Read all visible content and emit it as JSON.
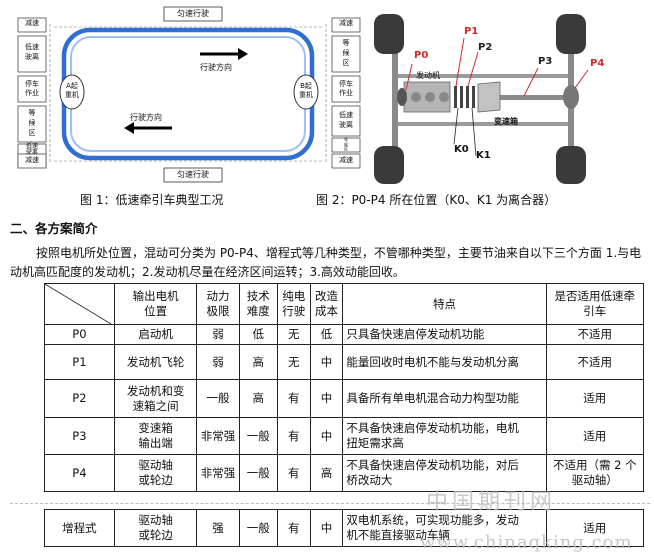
{
  "figure1": {
    "top_label": "匀速行驶",
    "bottom_label": "匀速行驶",
    "left_box1": "减速",
    "left_box2": "低速\n驶离",
    "left_box3": "停车\n作业",
    "left_box4": "等\n候\n区",
    "left_box5": "低速\n驶离",
    "left_box6": "减速",
    "right_box1": "减速",
    "right_box2": "等\n候\n区",
    "right_box3": "停车\n作业",
    "right_box4": "低速\n驶离",
    "right_box5": "等\n候\n区",
    "right_box6": "减速",
    "station_a": "A起\n重机",
    "station_b": "B起\n重机",
    "arrow_top": "行驶方向",
    "arrow_bottom": "行驶方向",
    "caption": "图 1：低速牵引车典型工况"
  },
  "figure2": {
    "p0": "P0",
    "p1": "P1",
    "p2": "P2",
    "p3": "P3",
    "p4": "P4",
    "engine": "发动机",
    "gearbox": "变速箱",
    "k0": "K0",
    "k1": "K1",
    "caption": "图 2：P0-P4 所在位置（K0、K1 为离合器）"
  },
  "section_title": "二、各方案简介",
  "paragraph": "按照电机所处位置，混动可分类为 P0-P4、增程式等几种类型，不管哪种类型，主要节油来自以下三个方面 1.与电动机高匹配度的发动机；2.发动机尽量在经济区间运转；3.高效动能回收。",
  "table": {
    "headers": [
      "输出电机位置",
      "动力极限",
      "技术难度",
      "纯电行驶",
      "改造成本",
      "特点",
      "是否适用低速牵引车"
    ],
    "header_lines": [
      [
        "输出电机",
        "位置"
      ],
      [
        "动力",
        "极限"
      ],
      [
        "技术",
        "难度"
      ],
      [
        "纯电",
        "行驶"
      ],
      [
        "改造",
        "成本"
      ],
      [
        "特点"
      ],
      [
        "是否适用低速牵",
        "引车"
      ]
    ],
    "rows": [
      {
        "type": "P0",
        "position": "启动机",
        "power": "弱",
        "difficulty": "低",
        "ev": "无",
        "cost": "低",
        "feature": "只具备快速启停发动机功能",
        "suitable": "不适用"
      },
      {
        "type": "P1",
        "position": "发动机飞轮",
        "power": "弱",
        "difficulty": "高",
        "ev": "无",
        "cost": "中",
        "feature": "能量回收时电机不能与发动机分离",
        "suitable": "不适用"
      },
      {
        "type": "P2",
        "position": "发动机和变速箱之间",
        "power": "一般",
        "difficulty": "高",
        "ev": "有",
        "cost": "中",
        "feature": "具备所有单电机混合动力构型功能",
        "suitable": "适用"
      },
      {
        "type": "P3",
        "position": "变速箱输出端",
        "power": "非常强",
        "difficulty": "一般",
        "ev": "有",
        "cost": "中",
        "feature": "不具备快速启停发动机功能，电机扭矩需求高",
        "suitable": "适用"
      },
      {
        "type": "P4",
        "position": "驱动轴或轮边",
        "power": "非常强",
        "difficulty": "一般",
        "ev": "有",
        "cost": "高",
        "feature": "不具备快速启停发动机功能，对后桥改动大",
        "suitable": "不适用（需 2 个驱动轴）"
      }
    ],
    "position_lines": [
      [
        "启动机"
      ],
      [
        "发动机飞轮"
      ],
      [
        "发动机和变",
        "速箱之间"
      ],
      [
        "变速箱",
        "输出端"
      ],
      [
        "驱动轴",
        "或轮边"
      ]
    ],
    "feature_lines": [
      [
        "只具备快速启停发动机功能"
      ],
      [
        "能量回收时电机不能与发动机分离"
      ],
      [
        "具备所有单电机混合动力构型功能"
      ],
      [
        "不具备快速启停发动机功能，电机",
        "扭矩需求高"
      ],
      [
        "不具备快速启停发动机功能，对后",
        "桥改动大"
      ]
    ],
    "suitable_lines": [
      [
        "不适用"
      ],
      [
        "不适用"
      ],
      [
        "适用"
      ],
      [
        "适用"
      ],
      [
        "不适用（需 2 个",
        "驱动轴）"
      ]
    ]
  },
  "table2": {
    "type": "增程式",
    "position_lines": [
      "驱动轴",
      "或轮边"
    ],
    "power": "强",
    "difficulty": "一般",
    "ev": "有",
    "cost": "中",
    "feature_lines": [
      "双电机系统，可实现功能多，发动",
      "机不能直接驱动车辆"
    ],
    "suitable": "适用"
  },
  "watermark": {
    "cn": "中国期刊网",
    "url": "www.chinaqking.com"
  }
}
